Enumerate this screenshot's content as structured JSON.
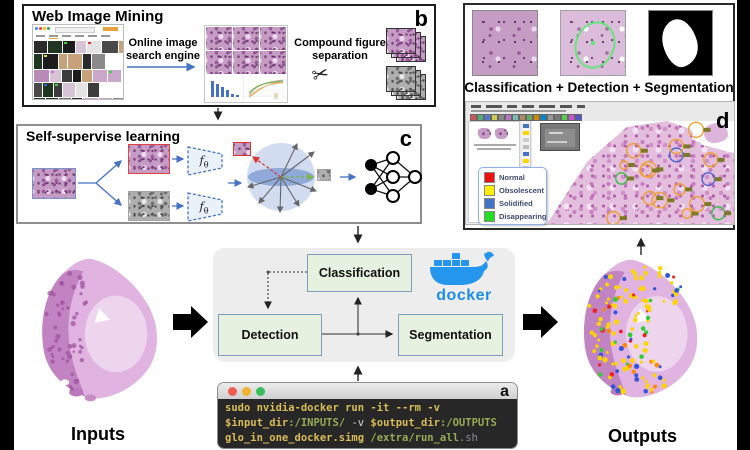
{
  "panels": {
    "web_mining": {
      "title": "Web Image Mining",
      "tag": "b",
      "arrow1_label": "Online image\nsearch engine",
      "arrow2_label": "Compound figure\nseparation",
      "scissors_icon": "✂"
    },
    "ssl": {
      "title": "Self-supervise learning",
      "tag": "c",
      "encoder_label": "fθ"
    },
    "examples": {
      "tag": "d",
      "caption": "Classification + Detection + Segmentation",
      "legend": [
        {
          "color": "#ee1111",
          "label": "Normal"
        },
        {
          "color": "#ffee00",
          "label": "Obsolescent"
        },
        {
          "color": "#4472c4",
          "label": "Solidified"
        },
        {
          "color": "#22dd22",
          "label": "Disappearing"
        }
      ]
    },
    "pipeline": {
      "classification_label": "Classification",
      "detection_label": "Detection",
      "segmentation_label": "Segmentation",
      "docker_label": "docker",
      "docker_color": "#1d8fe1"
    },
    "terminal": {
      "tag": "a",
      "lines": [
        [
          {
            "t": "sudo nvidia-docker run -it --rm -v",
            "c": "y"
          }
        ],
        [
          {
            "t": "$input_dir",
            "c": "y"
          },
          {
            "t": ":/INPUTS/",
            "c": "g"
          },
          {
            "t": " -v ",
            "c": "w"
          },
          {
            "t": "$output_dir",
            "c": "y"
          },
          {
            "t": ":/OUTPUTS",
            "c": "g"
          }
        ],
        [
          {
            "t": "glo_in_one_docker.simg",
            "c": "y"
          },
          {
            "t": " /extra/run_all",
            "c": "g"
          },
          {
            "t": ".sh",
            "c": "dim"
          }
        ]
      ]
    }
  },
  "io": {
    "input_label": "Inputs",
    "output_label": "Outputs"
  },
  "colors": {
    "arrow_blue": "#4472c4",
    "terminal_yellow": "#d9bc55",
    "terminal_green": "#96ab55",
    "annotation_orange": "#f0a030",
    "annotation_green": "#35c04a",
    "annotation_blue": "#4a66d4",
    "annotation_red": "#e03030",
    "output_dot_colors": [
      "#ffd400",
      "#33cc33",
      "#3355dd",
      "#ee2222",
      "#ff8800"
    ]
  }
}
